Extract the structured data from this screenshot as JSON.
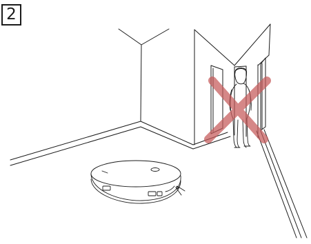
{
  "step": {
    "number": "2"
  },
  "illustration": {
    "icons": [
      "room-corner",
      "doorway-hallway",
      "person-standing",
      "prohibited-x",
      "robot-vacuum"
    ],
    "colors": {
      "line": "#1a1a1a",
      "prohibited_x": "#c55a5a",
      "background": "#ffffff"
    }
  }
}
